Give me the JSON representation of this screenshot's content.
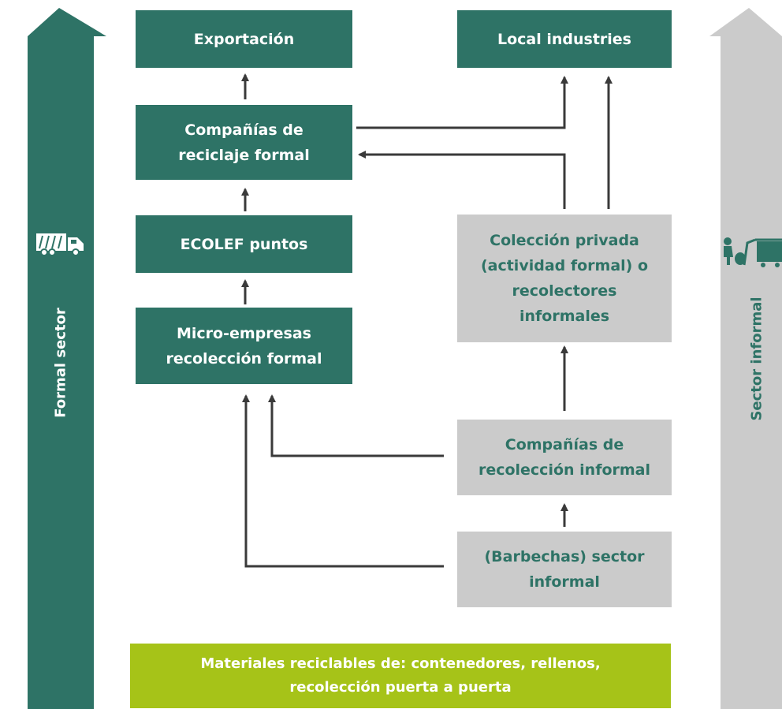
{
  "colors": {
    "dark_green": "#2e7366",
    "light_gray": "#cbcbcb",
    "lime": "#a6c318",
    "arrow": "#3a3a3a"
  },
  "left_column": {
    "label": "Formal sector",
    "icon": "garbage-truck-icon"
  },
  "right_column": {
    "label": "Sector informal",
    "icon": "waste-picker-icon"
  },
  "boxes": {
    "exportacion": "Exportación",
    "local_industries": "Local industries",
    "companias_reciclaje": "Compañías de reciclaje formal",
    "ecolef": "ECOLEF puntos",
    "micro_empresas": "Micro-empresas recolección formal",
    "coleccion_privada": "Colección privada (actividad formal) o recolectores informales",
    "companias_recoleccion": "Compañías de recolección informal",
    "barbechas": "(Barbechas) sector informal",
    "materiales": "Materiales reciclables de: contenedores, rellenos, recolección puerta a puerta"
  }
}
